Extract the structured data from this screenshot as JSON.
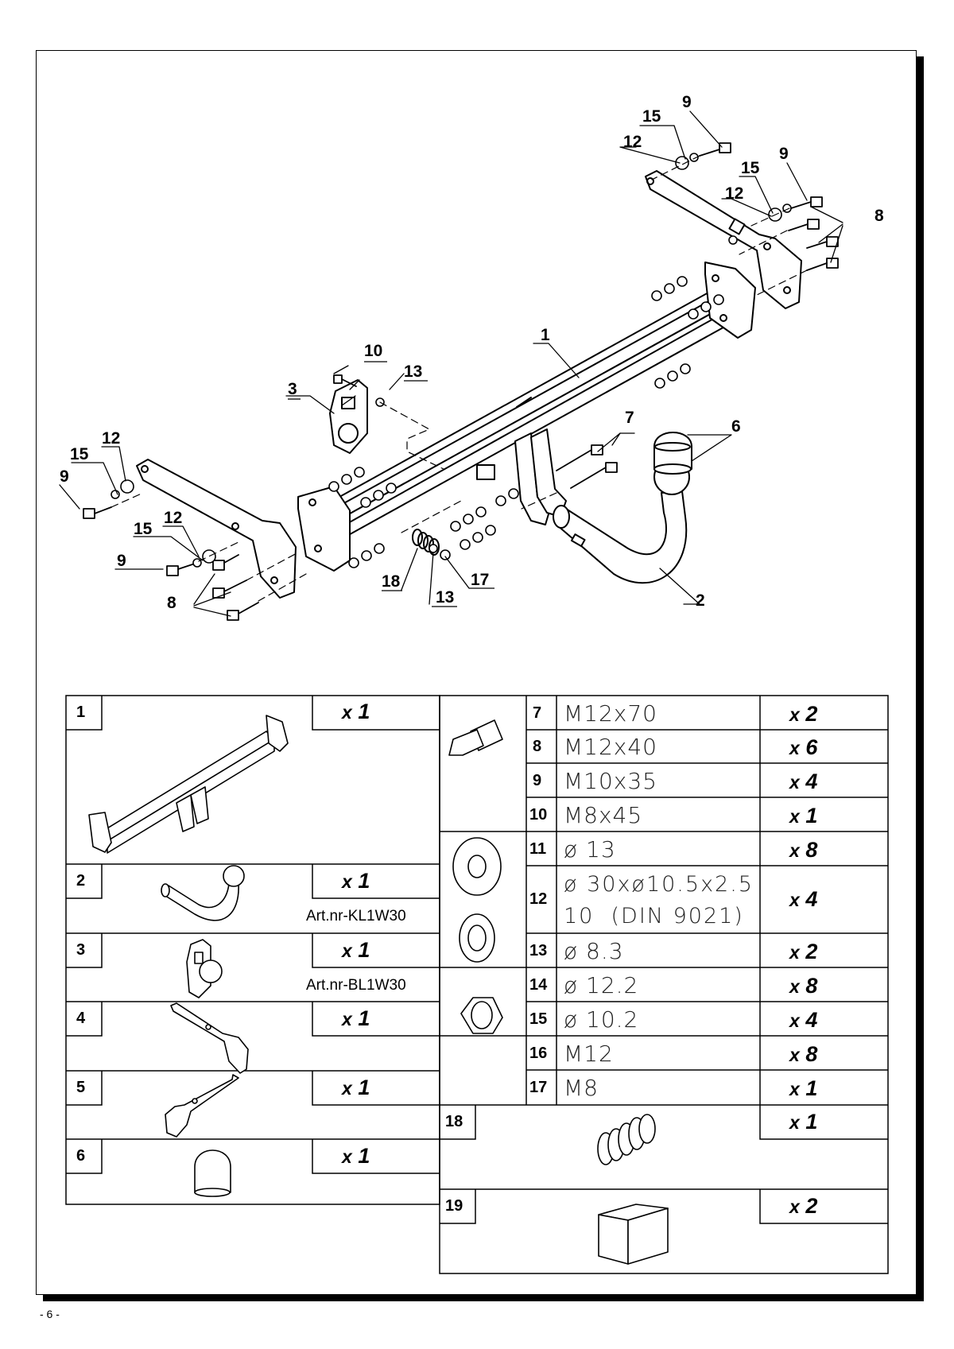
{
  "page": {
    "number": "- 6 -"
  },
  "callouts": {
    "c1": "1",
    "c2": "2",
    "c3": "3",
    "c6": "6",
    "c7": "7",
    "c8a": "8",
    "c8b": "8",
    "c9a": "9",
    "c9b": "9",
    "c9c": "9",
    "c9d": "9",
    "c10": "10",
    "c12a": "12",
    "c12b": "12",
    "c12c": "12",
    "c12d": "12",
    "c13a": "13",
    "c13b": "13",
    "c15a": "15",
    "c15b": "15",
    "c15c": "15",
    "c15d": "15",
    "c17": "17",
    "c18": "18"
  },
  "parts": [
    {
      "no": "1",
      "qty": "1"
    },
    {
      "no": "2",
      "qty": "1",
      "art": "Art.nr-KL1W30"
    },
    {
      "no": "3",
      "qty": "1",
      "art": "Art.nr-BL1W30"
    },
    {
      "no": "4",
      "qty": "1"
    },
    {
      "no": "5",
      "qty": "1"
    },
    {
      "no": "6",
      "qty": "1"
    },
    {
      "no": "18",
      "qty": "1"
    },
    {
      "no": "19",
      "qty": "2"
    }
  ],
  "qty_prefix": "x",
  "hardware": [
    {
      "no": "7",
      "spec": "M12x70",
      "qty": "2"
    },
    {
      "no": "8",
      "spec": "M12x40",
      "qty": "6"
    },
    {
      "no": "9",
      "spec": "M10x35",
      "qty": "4"
    },
    {
      "no": "10",
      "spec": "M8x45",
      "qty": "1"
    },
    {
      "no": "11",
      "spec": "ø 13",
      "qty": "8"
    },
    {
      "no": "12",
      "spec": "ø 30xø10.5x2.5",
      "spec2": "10  (DIN 9021)",
      "qty": "4"
    },
    {
      "no": "13",
      "spec": "ø 8.3",
      "qty": "2"
    },
    {
      "no": "14",
      "spec": "ø 12.2",
      "qty": "8"
    },
    {
      "no": "15",
      "spec": "ø 10.2",
      "qty": "4"
    },
    {
      "no": "16",
      "spec": "M12",
      "qty": "8"
    },
    {
      "no": "17",
      "spec": "M8",
      "qty": "1"
    }
  ]
}
